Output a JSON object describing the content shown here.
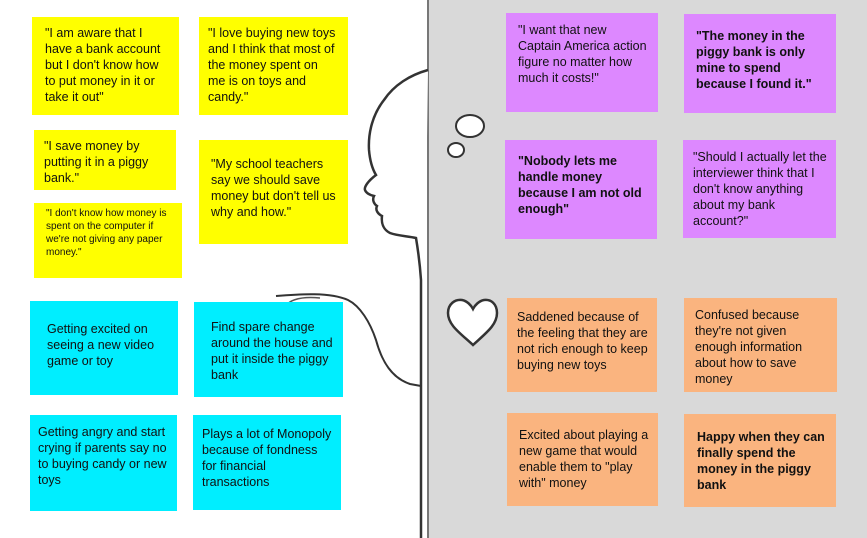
{
  "thinks": [
    "\"I am aware that I have a bank account but I don't know how to put money in it or take it out\"",
    "\"I love buying new toys and I think that most of the money spent on me is on toys and candy.\"",
    "\"I save money by putting it in a piggy bank.\"",
    "\"My school teachers say we should save money but don't tell us why and how.\"",
    "\"I don't know how money is spent on the computer if we're not giving any paper money.\""
  ],
  "says": [
    "\"I want that new Captain America action figure no matter how much it costs!\"",
    "\"The money in the piggy bank is only mine to spend because I found it.\"",
    "\"Nobody lets me handle money because I am not old enough\"",
    "\"Should I actually let the interviewer think that I don't know anything about my bank account?\""
  ],
  "does": [
    "Getting excited on seeing a new video game or toy",
    "Find spare change around the house and put it inside the piggy bank",
    "Getting angry and start crying if parents say no to buying candy or new toys",
    "Plays a lot of Monopoly because of fondness for financial transactions"
  ],
  "feels": [
    "Saddened because of the feeling that they are not rich enough to keep buying new toys",
    "Confused because they're not given enough information about how to save money",
    "Excited about playing a new game that would enable them to \"play with\" money",
    "Happy when they can finally spend the money in the piggy bank"
  ],
  "colors": {
    "thinks": "#ffff00",
    "says": "#dd88ff",
    "does": "#00eeff",
    "feels": "#fab47f",
    "background_right": "#d9d9d9"
  },
  "icons": [
    "head-silhouette",
    "thought-bubble",
    "heart-outline",
    "arm-outline"
  ]
}
